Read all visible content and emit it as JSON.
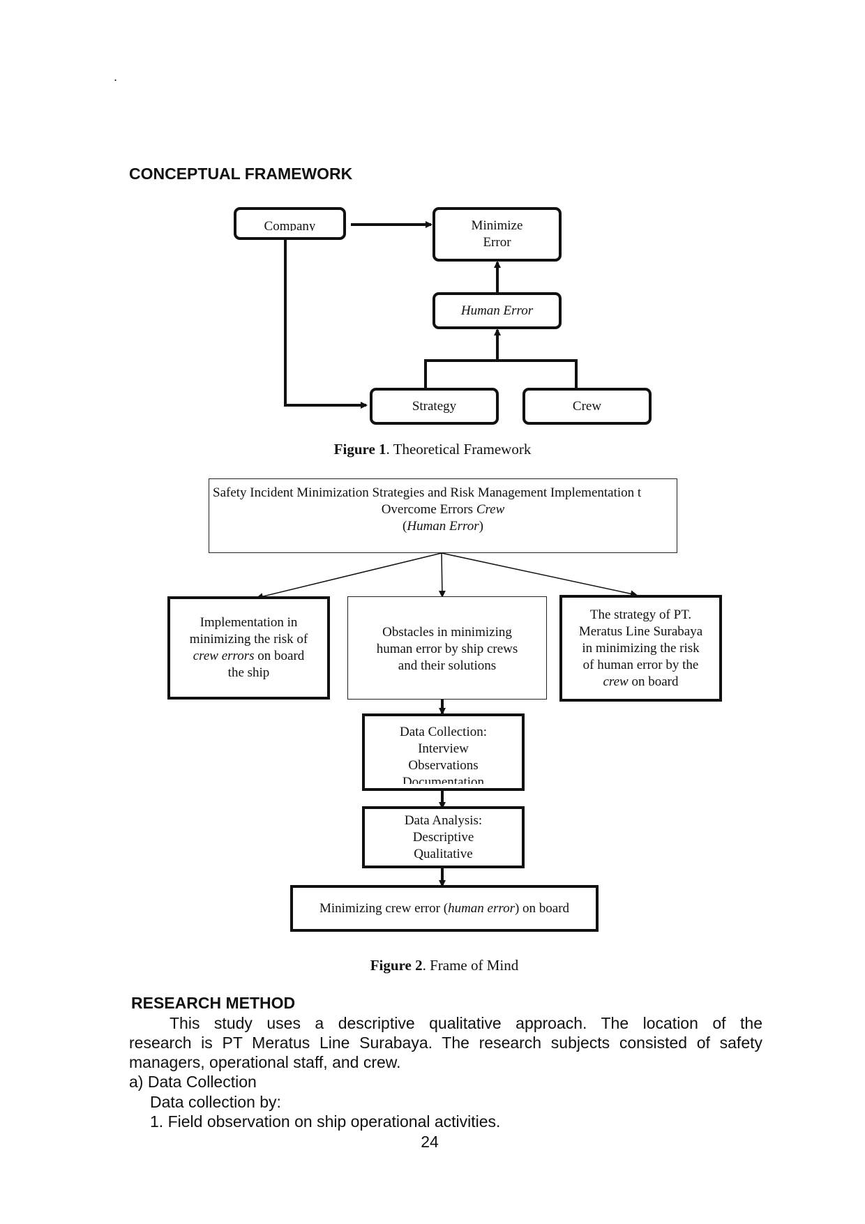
{
  "page": {
    "stray_mark": ".",
    "page_number": "24"
  },
  "section1": {
    "heading": "CONCEPTUAL FRAMEWORK"
  },
  "figure1": {
    "company": "Company",
    "minimize_error_line1": "Minimize",
    "minimize_error_line2": "Error",
    "human_error": "Human Error",
    "strategy": "Strategy",
    "crew": "Crew",
    "caption_label": "Figure 1",
    "caption_text": ". Theoretical Framework"
  },
  "figure2": {
    "top_line1": "Safety Incident Minimization Strategies and Risk Management Implementation t",
    "top_line2_a": "Overcome Errors ",
    "top_line2_b": "Crew",
    "top_line3_a": "(",
    "top_line3_b": "Human Error",
    "top_line3_c": ")",
    "left_line1": "Implementation in",
    "left_line2": "minimizing the risk of",
    "left_line3_a": "crew  errors",
    "left_line3_b": " on board",
    "left_line4": "the ship",
    "middle_line1": "Obstacles in minimizing",
    "middle_line2": "human error by ship crews",
    "middle_line3": "and their solutions",
    "right_line1": "The strategy of PT.",
    "right_line2": "Meratus Line Surabaya",
    "right_line3": "in minimizing the risk",
    "right_line4": "of human error by the",
    "right_line5_a": "crew",
    "right_line5_b": " on board",
    "collection_line1": "Data Collection:",
    "collection_line2": "Interview",
    "collection_line3": "Observations",
    "collection_line4": "Documentation",
    "analysis_line1": "Data Analysis:",
    "analysis_line2": "Descriptive",
    "analysis_line3": "Qualitative",
    "result_a": "Minimizing crew error (",
    "result_b": "human error",
    "result_c": ") on board",
    "caption_label": "Figure 2",
    "caption_text": ". Frame of Mind"
  },
  "section2": {
    "heading": "RESEARCH METHOD",
    "para_line1": "This study uses a descriptive qualitative approach. The location of the",
    "para_line2": "research is PT Meratus Line Surabaya. The research subjects consisted of safety",
    "para_line3": "managers, operational staff, and crew.",
    "item_a": "a)  Data Collection",
    "item_a_sub": "Data collection by:",
    "item_1": "1. Field observation on ship operational activities."
  }
}
